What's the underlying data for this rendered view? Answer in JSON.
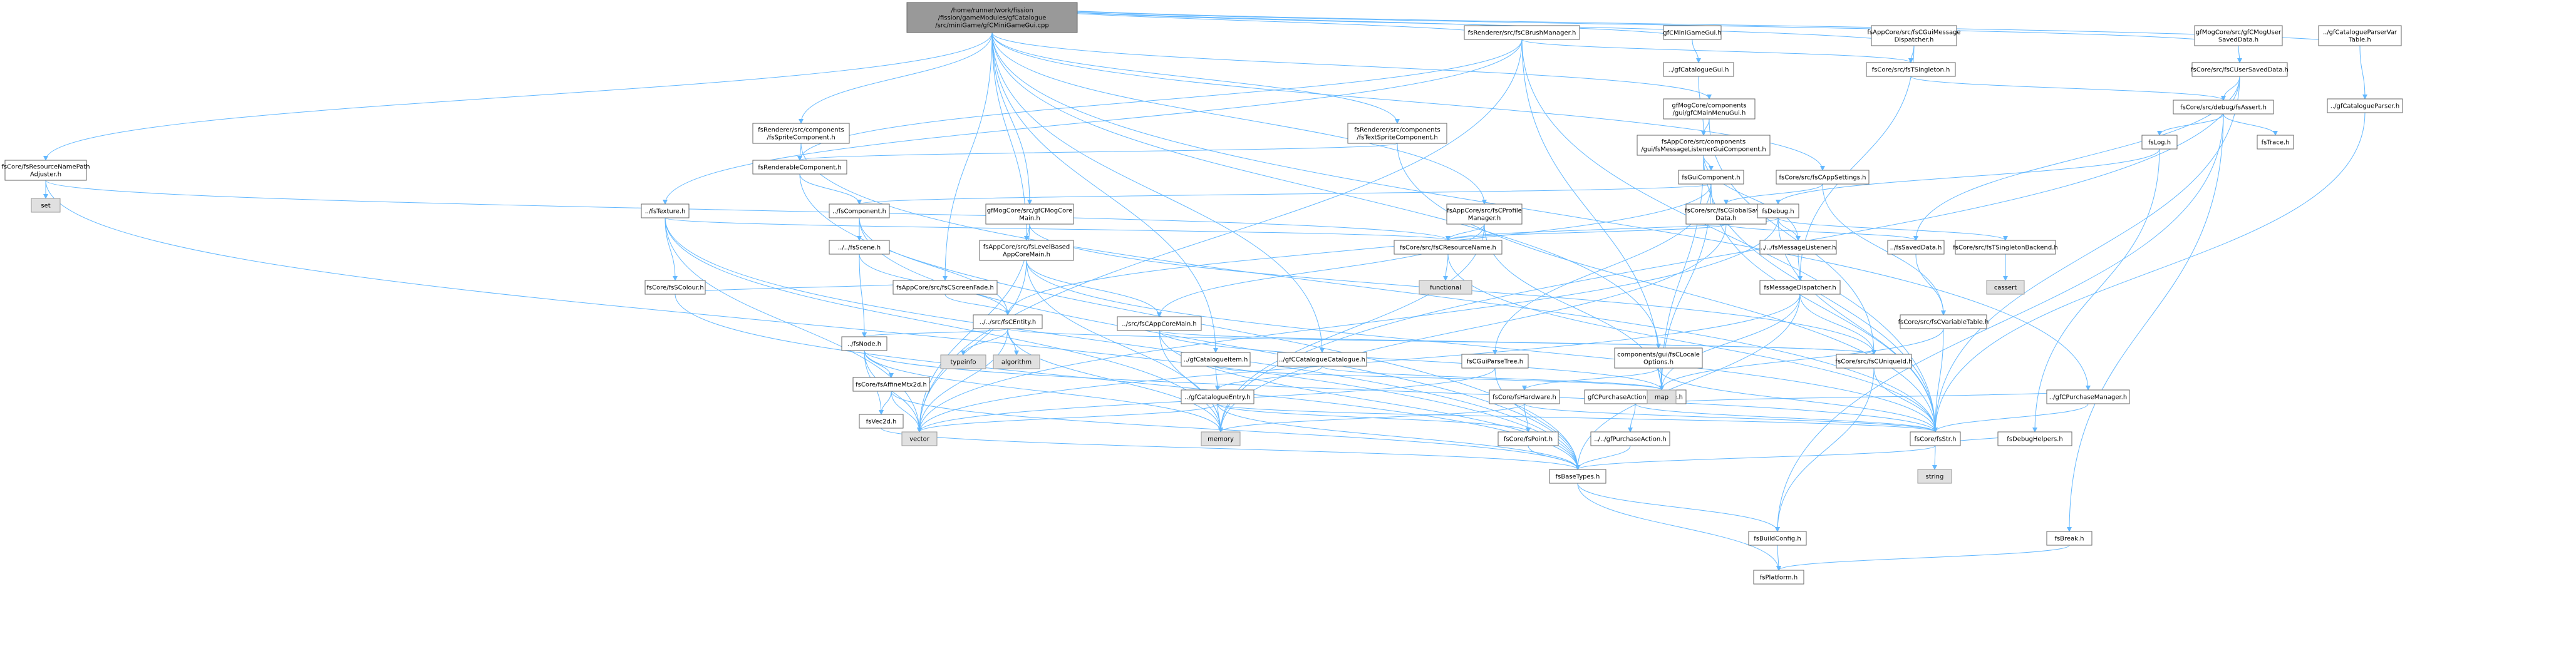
{
  "colors": {
    "edge": "#63b8ff",
    "node_border": "#666666",
    "node_fill": "#ffffff",
    "root_fill": "#999999",
    "external_fill": "#e0e0e0",
    "external_border": "#999999"
  },
  "nodes": [
    {
      "id": "root",
      "kind": "root",
      "label": "/home/runner/work/fission\n/fission/gameModules/gfCatalogue\n/src/miniGame/gfCMiniGameGui.cpp"
    },
    {
      "id": "n_resnamepath",
      "kind": "file",
      "label": "fsCore/fsResourceNamePath\nAdjuster.h"
    },
    {
      "id": "n_set",
      "kind": "external",
      "label": "set"
    },
    {
      "id": "n_fsspritecomp",
      "kind": "file",
      "label": "fsRenderer/src/components\n/fsSpriteComponent.h"
    },
    {
      "id": "n_fsrenderable",
      "kind": "file",
      "label": "fsRenderableComponent.h"
    },
    {
      "id": "n_fstexture",
      "kind": "file",
      "label": "../fsTexture.h"
    },
    {
      "id": "n_fscomponent",
      "kind": "file",
      "label": "../fsComponent.h"
    },
    {
      "id": "n_fsscene",
      "kind": "file",
      "label": "../../fsScene.h"
    },
    {
      "id": "n_fsnode",
      "kind": "file",
      "label": "../fsNode.h"
    },
    {
      "id": "n_fsaffine",
      "kind": "file",
      "label": "fsCore/fsAffineMtx2d.h"
    },
    {
      "id": "n_fsvec2d",
      "kind": "file",
      "label": "fsVec2d.h"
    },
    {
      "id": "n_fsscolour",
      "kind": "file",
      "label": "fsCore/fsSColour.h"
    },
    {
      "id": "n_screenfade",
      "kind": "file",
      "label": "fsAppCore/src/fsCScreenFade.h"
    },
    {
      "id": "n_fscentity",
      "kind": "file",
      "label": "../../src/fsCEntity.h"
    },
    {
      "id": "n_typeinfo",
      "kind": "external",
      "label": "typeinfo"
    },
    {
      "id": "n_algorithm",
      "kind": "external",
      "label": "algorithm"
    },
    {
      "id": "n_mhogcore",
      "kind": "file",
      "label": "gfMogCore/src/gfCMogCore\nMain.h"
    },
    {
      "id": "n_levelbased",
      "kind": "file",
      "label": "fsAppCore/src/fsLevelBased\nAppCoreMain.h"
    },
    {
      "id": "n_appcoremain",
      "kind": "file",
      "label": "../src/fsCAppCoreMain.h"
    },
    {
      "id": "n_cataloguegui",
      "kind": "file",
      "label": "../gfCatalogueItem.h"
    },
    {
      "id": "n_catalogueentry",
      "kind": "file",
      "label": "../gfCatalogueEntry.h"
    },
    {
      "id": "n_cataloguecat",
      "kind": "file",
      "label": "../gfCCatalogueCatalogue.h"
    },
    {
      "id": "n_textsprite",
      "kind": "file",
      "label": "fsRenderer/src/components\n/fsTextSpriteComponent.h"
    },
    {
      "id": "n_brushmgr",
      "kind": "file",
      "label": "fsRenderer/src/fsCBrushManager.h"
    },
    {
      "id": "n_profilemgr",
      "kind": "file",
      "label": "fsAppCore/src/fsCProfile\nManager.h"
    },
    {
      "id": "n_resourcename",
      "kind": "file",
      "label": "fsCore/src/fsCResourceName.h"
    },
    {
      "id": "n_functional",
      "kind": "external",
      "label": "functional"
    },
    {
      "id": "n_minigamegui",
      "kind": "file",
      "label": "gfCMiniGameGui.h"
    },
    {
      "id": "n_catalogueguih",
      "kind": "file",
      "label": "../gfCatalogueGui.h"
    },
    {
      "id": "n_mainmenugui",
      "kind": "file",
      "label": "gfMogCore/components\n/gui/gfCMainMenuGui.h"
    },
    {
      "id": "n_msglistenergui",
      "kind": "file",
      "label": "fsAppCore/src/components\n/gui/fsMessageListenerGuiComponent.h"
    },
    {
      "id": "n_guicomponent",
      "kind": "file",
      "label": "fsGuiComponent.h"
    },
    {
      "id": "n_appsettings",
      "kind": "file",
      "label": "fsCore/src/fsCAppSettings.h"
    },
    {
      "id": "n_globalsaved",
      "kind": "file",
      "label": "fsCore/src/fsCGlobalSaved\nData.h"
    },
    {
      "id": "n_fsdebug",
      "kind": "file",
      "label": "fsDebug.h"
    },
    {
      "id": "n_msglistener",
      "kind": "file",
      "label": "../../fsMessageListener.h"
    },
    {
      "id": "n_msgdispatcher",
      "kind": "file",
      "label": "fsMessageDispatcher.h"
    },
    {
      "id": "n_guimsgdisp",
      "kind": "file",
      "label": "fsAppCore/src/fsCGuiMessage\nDispatcher.h"
    },
    {
      "id": "n_tsingleton",
      "kind": "file",
      "label": "fsCore/src/fsTSingleton.h"
    },
    {
      "id": "n_savedata",
      "kind": "file",
      "label": "../fsSavedData.h"
    },
    {
      "id": "n_singletonbackend",
      "kind": "file",
      "label": "fsCore/src/fsTSingletonBackend.h"
    },
    {
      "id": "n_cassert",
      "kind": "external",
      "label": "cassert"
    },
    {
      "id": "n_variabletable",
      "kind": "file",
      "label": "fsCore/src/fsCVariableTable.h"
    },
    {
      "id": "n_uniqueid",
      "kind": "file",
      "label": "fsCore/src/fsCUniqueId.h"
    },
    {
      "id": "n_guiparsetree",
      "kind": "file",
      "label": "fsCGuiParseTree.h"
    },
    {
      "id": "n_localeoptions",
      "kind": "file",
      "label": "components/gui/fsCLocale\nOptions.h"
    },
    {
      "id": "n_purchaseminigame",
      "kind": "file",
      "label": "gfCPurchaseActionMinigame.h"
    },
    {
      "id": "n_purchaseaction",
      "kind": "file",
      "label": "../../gfPurchaseAction.h"
    },
    {
      "id": "n_fshardware",
      "kind": "file",
      "label": "fsCore/fsHardware.h"
    },
    {
      "id": "n_fspoint",
      "kind": "file",
      "label": "fsCore/fsPoint.h"
    },
    {
      "id": "n_fsbasetypes",
      "kind": "file",
      "label": "fsBaseTypes.h"
    },
    {
      "id": "n_fsbuildconfig",
      "kind": "file",
      "label": "fsBuildConfig.h"
    },
    {
      "id": "n_fsplatform",
      "kind": "file",
      "label": "fsPlatform.h"
    },
    {
      "id": "n_fsstr",
      "kind": "file",
      "label": "fsCore/fsStr.h"
    },
    {
      "id": "n_string",
      "kind": "external",
      "label": "string"
    },
    {
      "id": "n_vector",
      "kind": "external",
      "label": "vector"
    },
    {
      "id": "n_memory",
      "kind": "external",
      "label": "memory"
    },
    {
      "id": "n_map",
      "kind": "external",
      "label": "map"
    },
    {
      "id": "n_purchasemgr",
      "kind": "file",
      "label": "../gfCPurchaseManager.h"
    },
    {
      "id": "n_debughelpers",
      "kind": "file",
      "label": "fsDebugHelpers.h"
    },
    {
      "id": "n_fsbreak",
      "kind": "file",
      "label": "fsBreak.h"
    },
    {
      "id": "n_mogusersaved",
      "kind": "file",
      "label": "gfMogCore/src/gfCMogUser\nSavedData.h"
    },
    {
      "id": "n_usersaveddata",
      "kind": "file",
      "label": "fsCore/src/fsCUserSavedData.h"
    },
    {
      "id": "n_fsassert",
      "kind": "file",
      "label": "fsCore/src/debug/fsAssert.h"
    },
    {
      "id": "n_fslog",
      "kind": "file",
      "label": "fsLog.h"
    },
    {
      "id": "n_fstrace",
      "kind": "file",
      "label": "fsTrace.h"
    },
    {
      "id": "n_parservartable",
      "kind": "file",
      "label": "../gfCatalogueParserVar\nTable.h"
    },
    {
      "id": "n_catalogueparser",
      "kind": "file",
      "label": "../gfCatalogueParser.h"
    }
  ]
}
